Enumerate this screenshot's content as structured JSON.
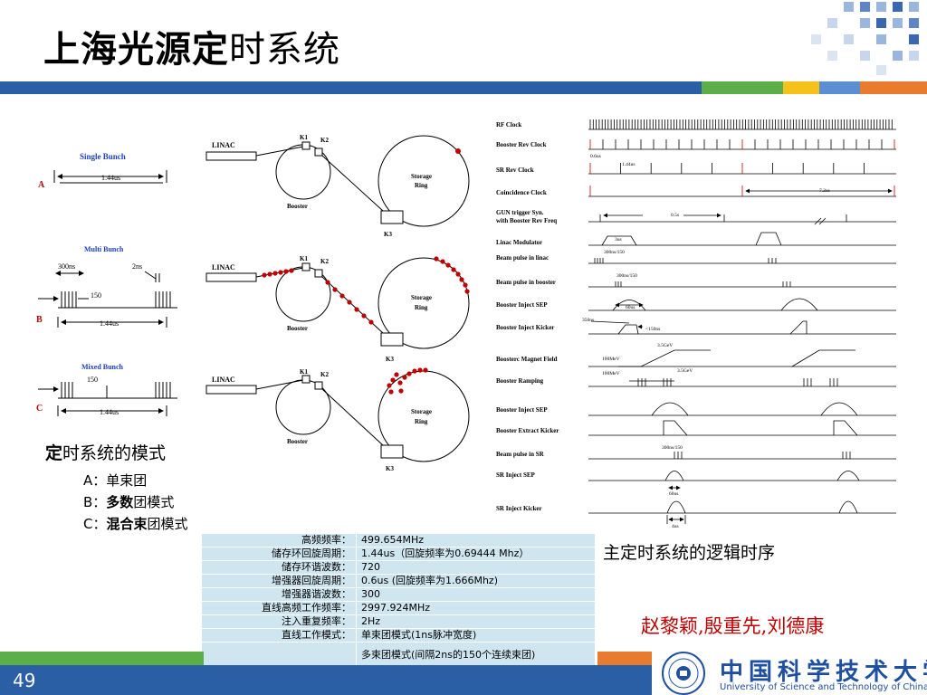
{
  "title": {
    "bold": "上海光源定",
    "rest": "时系统"
  },
  "bunch_modes": [
    {
      "mode_title": "Single Bunch",
      "letter": "A",
      "span_label": "1.44us",
      "linac": "LINAC",
      "k1": "K1",
      "k2": "K2",
      "k3": "K3",
      "booster": "Booster",
      "ring_l1": "Storage",
      "ring_l2": "Ring"
    },
    {
      "mode_title": "Multi Bunch",
      "letter": "B",
      "label_300ns": "300ns",
      "label_2ns": "2ns",
      "label_150": "150",
      "span_label": "1.44us",
      "linac": "LINAC",
      "k1": "K1",
      "k2": "K2",
      "k3": "K3",
      "booster": "Booster",
      "ring_l1": "Storage",
      "ring_l2": "Ring"
    },
    {
      "mode_title": "Mixed Bunch",
      "letter": "C",
      "label_150": "150",
      "span_label": "1.44us",
      "linac": "LINAC",
      "k1": "K1",
      "k2": "K2",
      "k3": "K3",
      "booster": "Booster",
      "ring_l1": "Storage",
      "ring_l2": "Ring"
    }
  ],
  "timing": {
    "signals": [
      "RF Clock",
      "Booster Rev Clock",
      "SR Rev Clock",
      "Coincidence Clock",
      "GUN trigger Syn.",
      "with Booster Rev Freq",
      "Linac Modulator",
      "Beam pulse in linac",
      "Beam pulse in booster",
      "Booster Inject SEP",
      "Booster Inject Kicker",
      "Boosterc Magnet Field",
      "Booster Ramping",
      "Booster Inject SEP",
      "Booster Extract Kicker",
      "Beam pulse in SR",
      "SR Inject SEP",
      "SR Inject Kicker"
    ],
    "annotations": {
      "t06us": "0.6us",
      "t144us": "1.44us",
      "t72us": "7.2us",
      "t05s": "0.5s",
      "t3us": "3us",
      "t300ns150": "300ns/150",
      "t300ns150b": "300ns/150",
      "t60us": "60us",
      "t350ns": "350ns",
      "t150ns": "<150ns",
      "t35gev": "3.5GeV",
      "t100mev": "100MeV",
      "t100mevb": "100MeV",
      "t35gevb": "3.5GeV",
      "t300ns150c": "300ns/150",
      "t60usb": "60us",
      "t4us": "4us"
    }
  },
  "modes_text": {
    "heading_first": "定",
    "heading_rest": "时系统的模式",
    "a_prefix": "A：",
    "a_text": "单束团",
    "b_prefix": "B：",
    "b_bold": "多数",
    "b_rest": "团模式",
    "c_prefix": "C：",
    "c_bold": "混合束",
    "c_rest": "团模式"
  },
  "params": [
    {
      "label": "高频频率：",
      "value": "499.654MHz"
    },
    {
      "label": "储存环回旋周期：",
      "value": "1.44us（回旋频率为0.69444 Mhz）"
    },
    {
      "label": "储存环谐波数：",
      "value": "720"
    },
    {
      "label": "增强器回旋周期：",
      "value": "0.6us (回旋频率为1.666Mhz)"
    },
    {
      "label": "增强器谐波数：",
      "value": "300"
    },
    {
      "label": "直线高频工作频率：",
      "value": "2997.924MHz"
    },
    {
      "label": "注入重复频率：",
      "value": "2Hz"
    },
    {
      "label": "直线工作模式：",
      "value": "单束团模式(1ns脉冲宽度)"
    },
    {
      "label": "",
      "value": "多束团模式(间隔2ns的150个连续束团)"
    }
  ],
  "timing_caption": "主定时系统的逻辑时序",
  "authors": "赵黎颖,殷重先,刘德康",
  "page_number": "49",
  "logo": {
    "cn": "中国科学技术大学",
    "en": "University of  Science and Technology of China"
  },
  "colors": {
    "brand_blue": "#2a5fa6",
    "green": "#5cae48",
    "orange": "#e97b2e",
    "yellow": "#f4c21a",
    "bunch_red": "#c00000",
    "mode_blue": "#1f3fbf"
  }
}
